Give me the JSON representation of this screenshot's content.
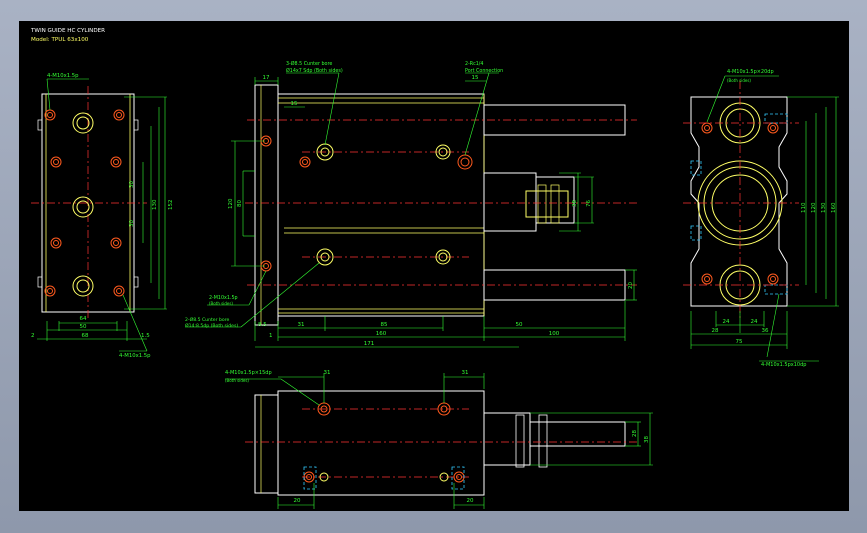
{
  "title": {
    "line1": "TWIN GUIDE HC CYLINDER",
    "line2": "Model: TPUL 63x100"
  },
  "colors": {
    "background": "#000000",
    "outline": "#ffffff",
    "body": "#ffff66",
    "dimension": "#33ff33",
    "centerline": "#ff3333",
    "hole": "#ff5a1e",
    "hidden": "#33ccff"
  },
  "callouts": {
    "left_top": "4-M10x1.5p",
    "left_bottom": "4-M10x1.5p",
    "front_top_left_1": "3-Ø8.5 Cunter bore",
    "front_top_left_2": "Ø14x7 Sdp (Both sides)",
    "front_top_right_1": "2-Rc1/4",
    "front_top_right_2": "Port Connection",
    "front_bottom_1": "2-M10x1.5p",
    "front_bottom_1b": "(Both sides)",
    "front_bottom_2": "2-Ø8.5 Cunter bore",
    "front_bottom_2b": "Ø14:8.5dp (Both sides)",
    "right_top": "4-M10x1.5p×20dp",
    "right_top_b": "(Both sides)",
    "right_bottom": "4-M10x1.5px10dp",
    "bottom_top": "4-M10x1.5p×15dp",
    "bottom_top_b": "(Both sides)"
  },
  "dims": {
    "l_64": "64",
    "l_50": "50",
    "l_68": "68",
    "l_2": "2",
    "l_1_5": "1.5",
    "l_30a": "30",
    "l_30b": "30",
    "l_130": "130",
    "l_152": "152",
    "f_17": "17",
    "f_15a": "15",
    "f_15b": "15",
    "f_80": "80",
    "f_120": "120",
    "f_31": "31",
    "f_85": "85",
    "f_50": "50",
    "f_160": "160",
    "f_100": "100",
    "f_171": "171",
    "f_1": "1",
    "f_8_5": "8.5",
    "f_20": "20",
    "f_38": "38",
    "f_76": "76",
    "f_36": "36",
    "r_24a": "24",
    "r_24b": "24",
    "r_28": "28",
    "r_36": "36",
    "r_75": "75",
    "r_110": "110",
    "r_120": "120",
    "r_130": "130",
    "r_160": "160",
    "b_31a": "31",
    "b_31b": "31",
    "b_20a": "20",
    "b_20b": "20",
    "b_28": "28",
    "b_38": "38"
  }
}
